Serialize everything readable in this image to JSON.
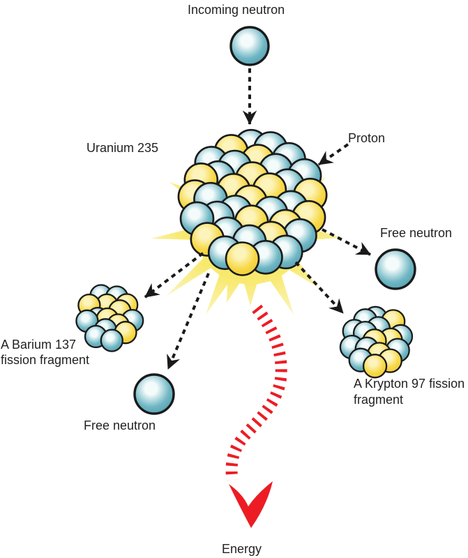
{
  "figure": {
    "labels": {
      "incoming_neutron": "Incoming neutron",
      "uranium": "Uranium 235",
      "proton": "Proton",
      "free_neutron_right": "Free neutron",
      "barium_line1": "A Barium 137",
      "barium_line2": "fission fragment",
      "free_neutron_bottom": "Free neutron",
      "krypton_line1": "A Krypton 97 fission",
      "krypton_line2": "fragment",
      "energy": "Energy"
    },
    "colors": {
      "text": "#231F20",
      "outline": "#1A1A1A",
      "energy_red": "#ED1C24",
      "neutron_teal_highlight": "#F4FBFB",
      "neutron_teal": "#6FB7C4",
      "neutron_teal_edge": "#4E97AB",
      "proton_yellow_highlight": "#FDF4BC",
      "proton_yellow": "#F7D948",
      "proton_yellow_edge": "#EFC52F",
      "starburst_inner": "#F8E96E",
      "starburst_outer": "#FCF5C4"
    }
  }
}
